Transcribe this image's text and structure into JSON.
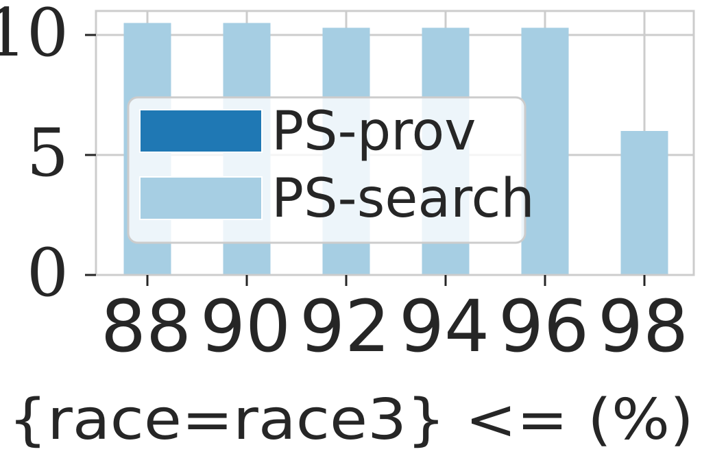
{
  "chart_data": {
    "type": "bar",
    "categories": [
      "88",
      "90",
      "92",
      "94",
      "96",
      "98"
    ],
    "series": [
      {
        "name": "PS-prov",
        "values": [
          0,
          0,
          0,
          0,
          0,
          0
        ]
      },
      {
        "name": "PS-search",
        "values": [
          10.5,
          10.5,
          10.3,
          10.3,
          10.3,
          6.0
        ]
      }
    ],
    "title": "",
    "xlabel": "{race=race3} <= (%)",
    "ylabel": "",
    "ylim": [
      0,
      11
    ],
    "yticks": [
      "0",
      "5",
      "10"
    ],
    "grid": true,
    "legend_position": "center-left"
  },
  "colors": {
    "PS-prov": "#1f78b4",
    "PS-search": "#a6cee3",
    "grid": "#cccccc",
    "text": "#262626"
  }
}
